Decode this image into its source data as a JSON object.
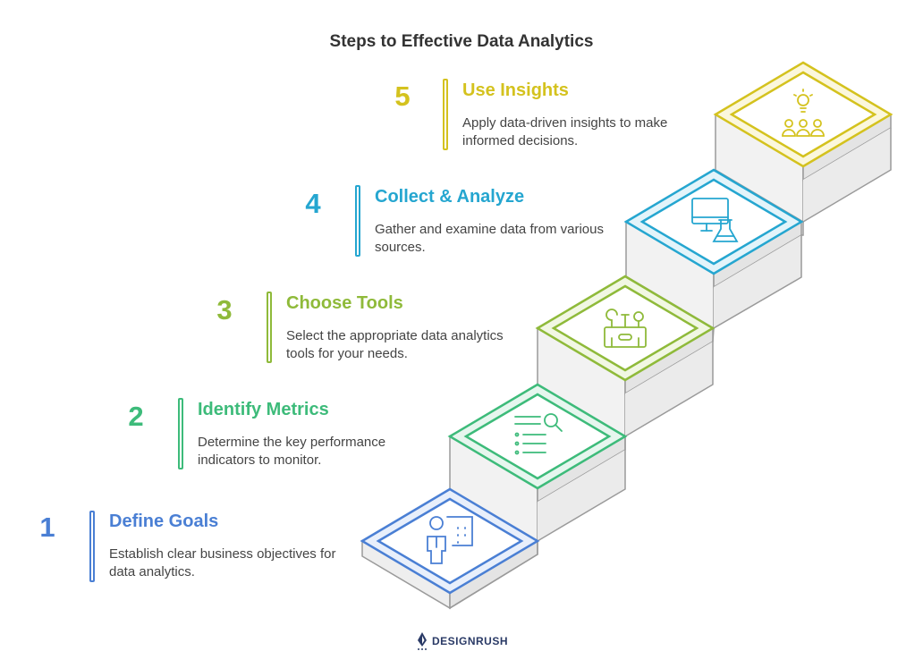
{
  "title": "Steps to Effective Data Analytics",
  "steps": [
    {
      "number": "1",
      "title": "Define Goals",
      "description": "Establish clear business objectives for data analytics.",
      "color": "#4a7fd4",
      "icon": "person-presenting-board-icon"
    },
    {
      "number": "2",
      "title": "Identify Metrics",
      "description": "Determine the key performance indicators to monitor.",
      "color": "#3dbb7a",
      "icon": "checklist-magnifier-icon"
    },
    {
      "number": "3",
      "title": "Choose Tools",
      "description": "Select the appropriate data analytics tools for your needs.",
      "color": "#8fba3a",
      "icon": "toolbox-icon"
    },
    {
      "number": "4",
      "title": "Collect & Analyze",
      "description": "Gather and examine data from various sources.",
      "color": "#25a6d0",
      "icon": "monitor-flask-icon"
    },
    {
      "number": "5",
      "title": "Use Insights",
      "description": "Apply data-driven insights to make informed decisions.",
      "color": "#d4c21e",
      "icon": "lightbulb-team-icon"
    }
  ],
  "footer": {
    "brand": "DESIGNRUSH",
    "icon": "designrush-logo-icon"
  }
}
